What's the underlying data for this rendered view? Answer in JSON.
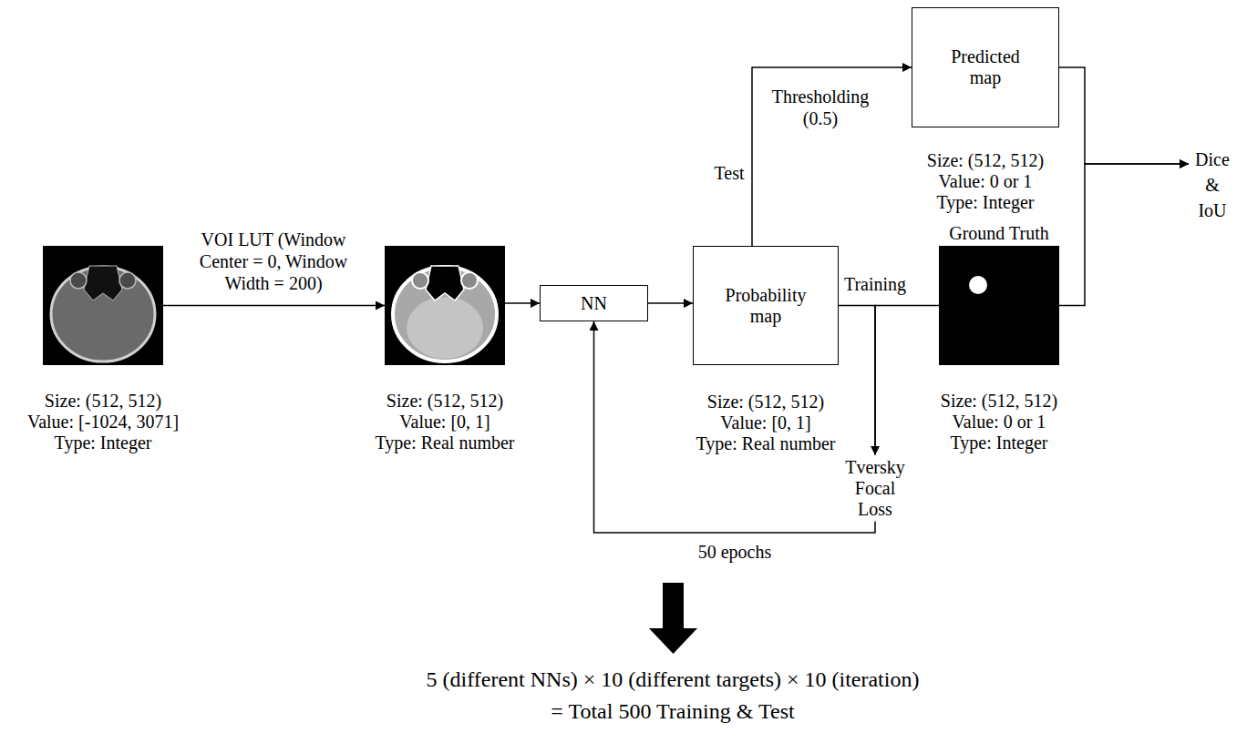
{
  "diagram": {
    "nodes": [
      {
        "text": [
          "Size: (512, 512)",
          "Value: [-1024, 3071]",
          "Type: Integer"
        ]
      },
      {
        "text": [
          "Size: (512, 512)",
          "Value: [0, 1]",
          "Type: Real number"
        ]
      },
      {
        "text": [
          "NN"
        ]
      },
      {
        "text": [
          "Probability map",
          "Size: (512, 512)",
          "Value: [0, 1]",
          "Type: Real number"
        ]
      },
      {
        "text": [
          "Predicted map",
          "Size: (512, 512)",
          "Value: 0 or 1",
          "Type: Integer"
        ]
      },
      {
        "text": [
          "Ground Truth",
          "Size: (512, 512)",
          "Value: 0 or 1",
          "Type: Integer"
        ]
      },
      {
        "text": [
          "Dice & IoU"
        ]
      },
      {
        "text": [
          "Tversky Focal Loss"
        ]
      }
    ],
    "edges": [
      {
        "from": 0,
        "to": 1,
        "arrow": "to",
        "label": "VOI LUT (Window Center = 0, Window Width = 200)"
      },
      {
        "from": 1,
        "to": 2,
        "arrow": "to"
      },
      {
        "from": 2,
        "to": 3,
        "arrow": "to"
      },
      {
        "from": 3,
        "to": 4,
        "arrow": "to",
        "label": "Thresholding (0.5)"
      },
      {
        "from": 3,
        "to": 7,
        "arrow": "to",
        "label": "Training"
      },
      {
        "from": 5,
        "to": 7,
        "arrow": "to"
      },
      {
        "from": 7,
        "to": 2,
        "arrow": "to",
        "label": "50 epochs"
      },
      {
        "from": 4,
        "to": 6,
        "arrow": "to"
      },
      {
        "from": 5,
        "to": 6,
        "arrow": "to"
      }
    ],
    "labels": [
      "Test",
      "5 (different NNs) × 10 (different targets) × 10 (iteration)",
      "= Total 500 Training & Test"
    ]
  }
}
